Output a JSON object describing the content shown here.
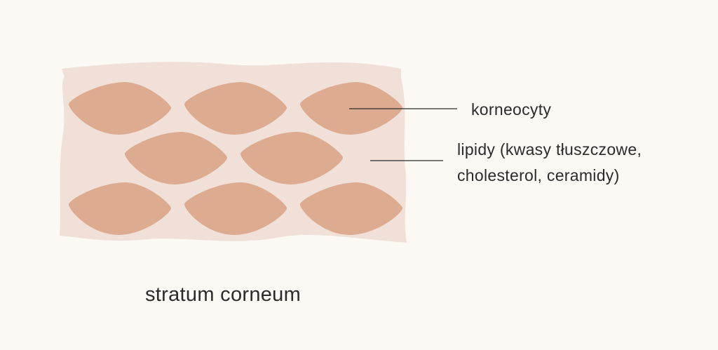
{
  "colors": {
    "background": "#fcf9f5",
    "lipid_layer": "#f0e0d8",
    "corneocyte": "#dcab90",
    "line": "#2b2b2b"
  },
  "labels": {
    "corneocytes": "korneocyty",
    "lipids_line1": "lipidy (kwasy tłuszczowe,",
    "lipids_line2": "cholesterol, ceramidy)"
  },
  "title": "stratum corneum"
}
